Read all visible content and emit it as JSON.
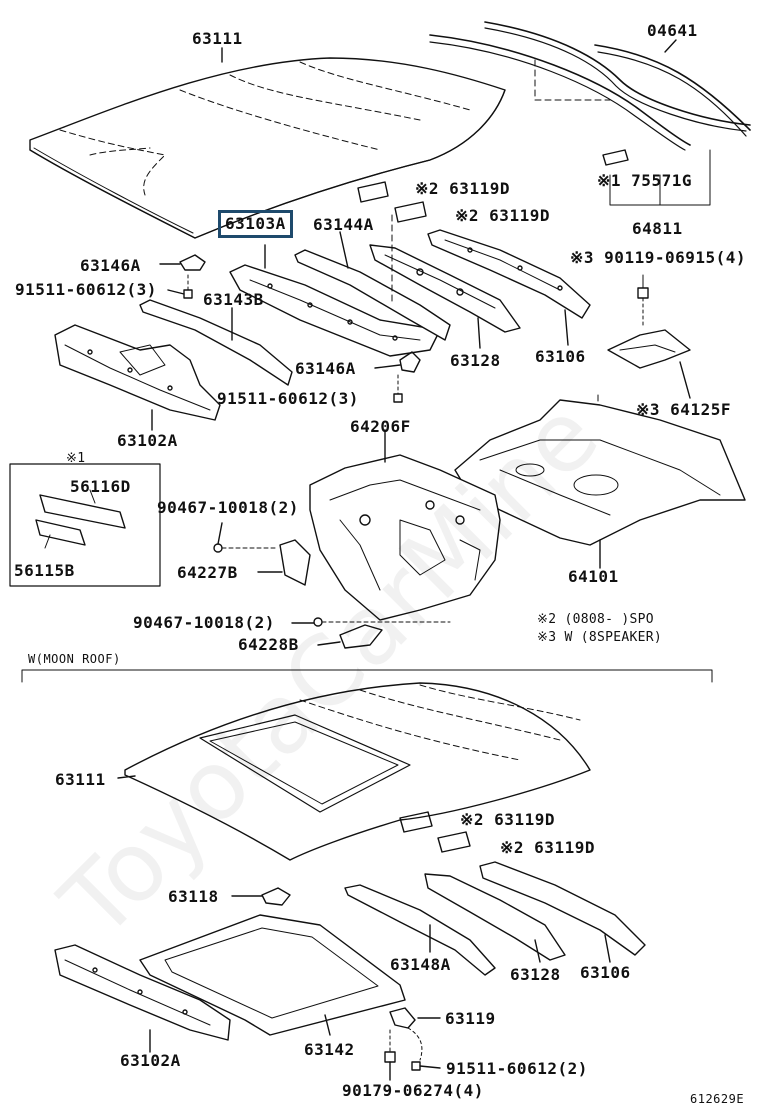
{
  "watermark": "ToyotaCarMine",
  "ref_code": "612629E",
  "section_moon_roof": "W(MOON ROOF)",
  "note_2": "※2 (0808-        )SPO",
  "note_3": "※3 W (8SPEAKER)",
  "inset_mark": "※1",
  "parts": {
    "p63111_top": "63111",
    "p04641": "04641",
    "p63119d_a": "※2 63119D",
    "p63119d_b": "※2 63119D",
    "p75571g": "※1 75571G",
    "p64811": "64811",
    "p63103a": "63103A",
    "p63144a": "63144A",
    "p63146a_a": "63146A",
    "p91511_a": "91511-60612(3)",
    "p63143b": "63143B",
    "p90119": "※3 90119-06915(4)",
    "p63128_top": "63128",
    "p63106_top": "63106",
    "p63146a_b": "63146A",
    "p91511_b": "91511-60612(3)",
    "p64125f": "※3 64125F",
    "p63102a_top": "63102A",
    "p64206f": "64206F",
    "p56116d": "56116D",
    "p56115b": "56115B",
    "p90467_a": "90467-10018(2)",
    "p64227b": "64227B",
    "p64101": "64101",
    "p90467_b": "90467-10018(2)",
    "p64228b": "64228B",
    "p63111_bot": "63111",
    "p63119d_c": "※2 63119D",
    "p63119d_d": "※2 63119D",
    "p63118": "63118",
    "p63148a": "63148A",
    "p63128_bot": "63128",
    "p63106_bot": "63106",
    "p63119": "63119",
    "p63102a_bot": "63102A",
    "p63142": "63142",
    "p91511_c": "91511-60612(2)",
    "p90179": "90179-06274(4)"
  }
}
